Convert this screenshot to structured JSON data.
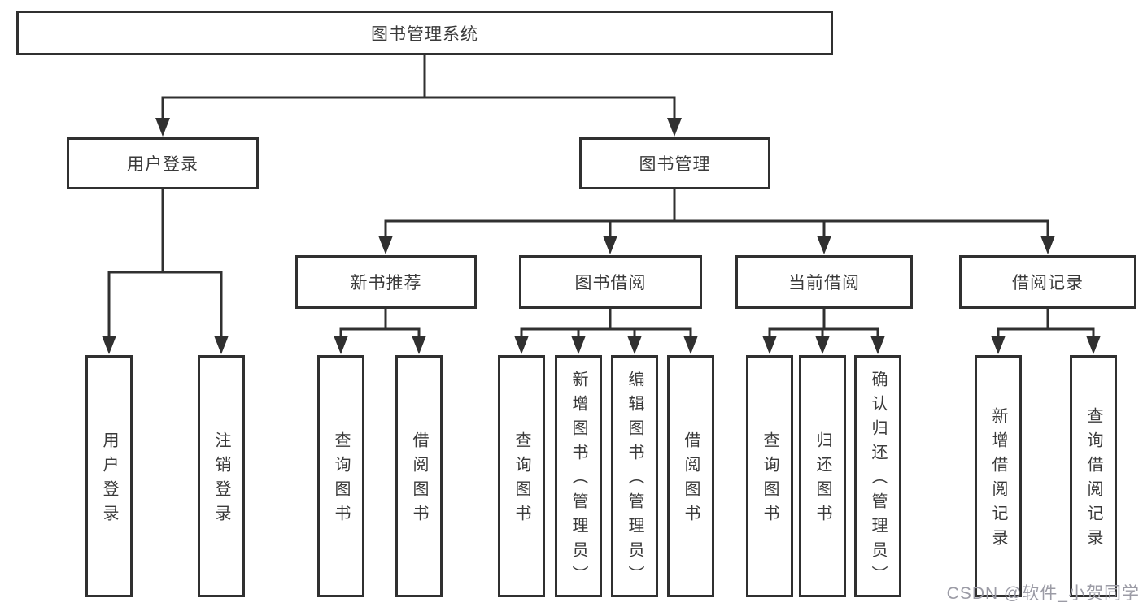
{
  "nodes": {
    "root": "图书管理系统",
    "level2": {
      "user_login": "用户登录",
      "book_mgmt": "图书管理"
    },
    "level3": {
      "new_books": "新书推荐",
      "book_borrow": "图书借阅",
      "current_borrow": "当前借阅",
      "borrow_records": "借阅记录"
    },
    "leaves": {
      "user_login": [
        "用户登录",
        "注销登录"
      ],
      "new_books": [
        "查询图书",
        "借阅图书"
      ],
      "book_borrow": [
        "查询图书",
        "新增图书（管理员）",
        "编辑图书（管理员）",
        "借阅图书"
      ],
      "current_borrow": [
        "查询图书",
        "归还图书",
        "确认归还（管理员）"
      ],
      "borrow_records": [
        "新增借阅记录",
        "查询借阅记录"
      ]
    }
  },
  "watermark": "CSDN @软件_小贺同学",
  "colors": {
    "line": "#303030",
    "box_border": "#303030",
    "text": "#3a3a3a",
    "background": "#ffffff",
    "watermark": "#9b9ba5"
  }
}
